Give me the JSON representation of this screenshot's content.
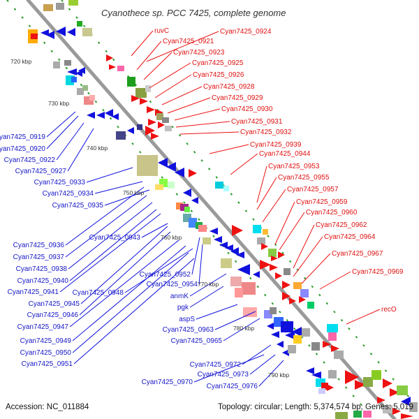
{
  "title": "Cyanothece sp. PCC 7425, complete genome",
  "footer": {
    "accession": "Accession: NC_011884",
    "topology": "Topology: circular; Length: 5,374,574 bp; Genes: 5,019"
  },
  "kbp_ticks": [
    "720 kbp",
    "730 kbp",
    "740 kbp",
    "750 kbp",
    "760 kbp",
    "770 kbp",
    "780 kbp",
    "790 kbp"
  ],
  "forward_genes": [
    "ruvC",
    "Cyan7425_0924",
    "Cyan7425_0921",
    "Cyan7425_0923",
    "Cyan7425_0925",
    "Cyan7425_0926",
    "Cyan7425_0928",
    "Cyan7425_0929",
    "Cyan7425_0930",
    "Cyan7425_0931",
    "Cyan7425_0932",
    "Cyan7425_0939",
    "Cyan7425_0944",
    "Cyan7425_0953",
    "Cyan7425_0955",
    "Cyan7425_0957",
    "Cyan7425_0959",
    "Cyan7425_0960",
    "Cyan7425_0962",
    "Cyan7425_0964",
    "Cyan7425_0967",
    "Cyan7425_0969",
    "recO"
  ],
  "reverse_genes": [
    "Cyan7425_0919",
    "Cyan7425_0920",
    "Cyan7425_0922",
    "Cyan7425_0927",
    "Cyan7425_0933",
    "Cyan7425_0934",
    "Cyan7425_0935",
    "Cyan7425_0943",
    "Cyan7425_0936",
    "Cyan7425_0937",
    "Cyan7425_0938",
    "Cyan7425_0940",
    "Cyan7425_0941",
    "Cyan7425_0948",
    "Cyan7425_0945",
    "Cyan7425_0946",
    "Cyan7425_0947",
    "Cyan7425_0949",
    "Cyan7425_0950",
    "Cyan7425_0951",
    "Cyan7425_0952",
    "Cyan7425_0954",
    "anmK",
    "pgk",
    "aspS",
    "Cyan7425_0963",
    "Cyan7425_0965",
    "Cyan7425_0972",
    "Cyan7425_0973",
    "Cyan7425_0970",
    "Cyan7425_0976"
  ],
  "colors": {
    "forward_gene": "#ee1111",
    "reverse_gene": "#1111dd",
    "backbone": "#9a9a9a",
    "tick_marks": "#2a9a2a"
  }
}
